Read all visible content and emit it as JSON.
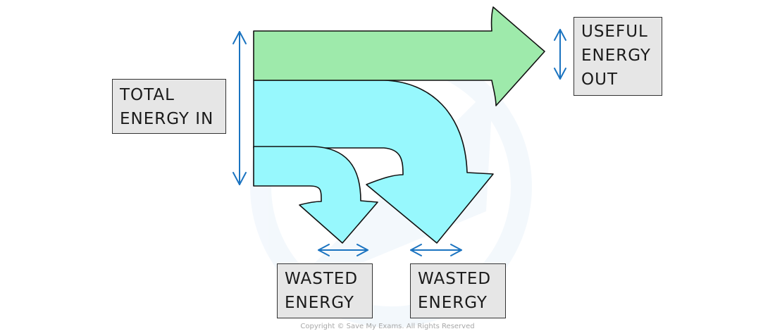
{
  "diagram": {
    "type": "sankey-energy-transfer",
    "labels": {
      "total_in": [
        "TOTAL",
        "ENERGY IN"
      ],
      "useful_out": [
        "USEFUL",
        "ENERGY",
        "OUT"
      ],
      "wasted_1": [
        "WASTED",
        "ENERGY"
      ],
      "wasted_2": [
        "WASTED",
        "ENERGY"
      ]
    },
    "flows": [
      {
        "name": "Total energy in",
        "role": "input"
      },
      {
        "name": "Useful energy out",
        "role": "useful",
        "color": "#9eeaab"
      },
      {
        "name": "Wasted energy",
        "role": "wasted",
        "color": "#97f8fd"
      },
      {
        "name": "Wasted energy",
        "role": "wasted",
        "color": "#97f8fd"
      }
    ],
    "colors": {
      "useful": "#9eeaab",
      "wasted": "#97f8fd",
      "measure_arrow": "#1a73c0",
      "outline": "#111111",
      "box_fill": "#e6e6e6"
    }
  },
  "copyright": "Copyright © Save My Exams. All Rights Reserved"
}
